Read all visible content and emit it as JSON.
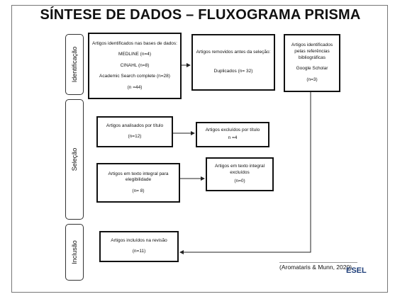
{
  "title": "SÍNTESE DE DADOS – FLUXOGRAMA PRISMA",
  "phases": {
    "identificacao": "Identificação",
    "selecao": "Seleção",
    "inclusao": "Inclusão"
  },
  "boxes": {
    "identified": [
      "Artigos identificados nas bases de dados:",
      "MEDLINE (n=4)",
      "CINAHL (n=8)",
      "Academic Search complete (n=28)",
      "(n =44)"
    ],
    "removed": [
      "Artigos removidos antes da seleção:",
      "Duplicados (n= 32)"
    ],
    "references": [
      "Artigos identificados pelas referências bibliográficas",
      "Google Scholar",
      "(n=3)"
    ],
    "title_screened": [
      "Artigos analisados por título",
      "(n=12)"
    ],
    "title_excluded": [
      "Artigos excluídos por título",
      "n =4"
    ],
    "fulltext_assessed": [
      "Artigos em texto integral para elegibilidade",
      "(n= 8)"
    ],
    "fulltext_excluded": [
      "Artigos em texto integral excluídos",
      "(n=0)"
    ],
    "included": [
      "Artigos incluídos na revisão",
      "(n=11)"
    ]
  },
  "citation": "(Aromataris & Munn, 2020)",
  "logo": "ESEL"
}
